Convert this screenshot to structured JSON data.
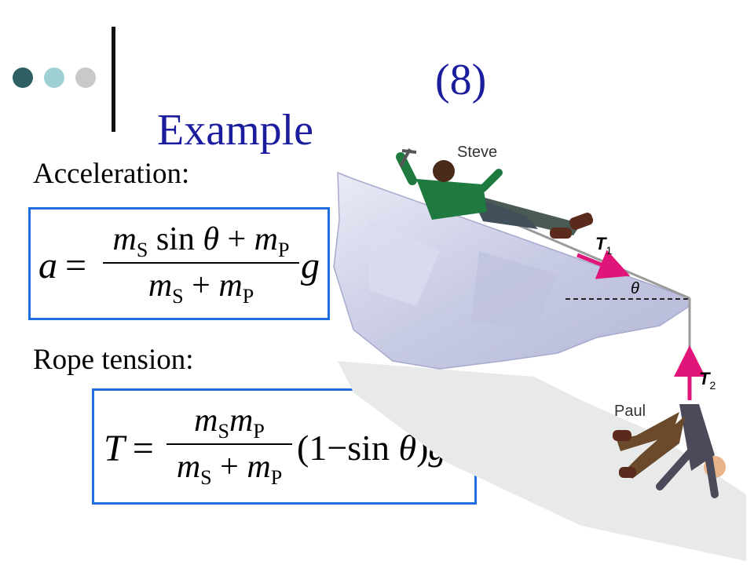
{
  "slide": {
    "title": "Example",
    "number": "(8)",
    "accent_colors": [
      "#2f5f63",
      "#9fd0d3",
      "#c9c9c9"
    ],
    "title_color": "#1c1c9e",
    "box_color": "#1e6fe0"
  },
  "acceleration": {
    "label": "Acceleration:",
    "lhs": "a",
    "num": {
      "m1": "m",
      "s1": "S",
      "sin": "sin",
      "th": "θ",
      "plus": "+",
      "m2": "m",
      "s2": "P"
    },
    "den": {
      "m1": "m",
      "s1": "S",
      "plus": "+",
      "m2": "m",
      "s2": "P"
    },
    "g": "g"
  },
  "tension": {
    "label": "Rope tension:",
    "lhs": "T",
    "num": {
      "m1": "m",
      "s1": "S",
      "m2": "m",
      "s2": "P"
    },
    "den": {
      "m1": "m",
      "s1": "S",
      "plus": "+",
      "m2": "m",
      "s2": "P"
    },
    "factor": {
      "open": "(1",
      "minus": "−",
      "sin": "sin",
      "th": "θ",
      "close": ")",
      "g": "g"
    }
  },
  "figure": {
    "steve": "Steve",
    "paul": "Paul",
    "t1": "T",
    "t1_sub": "1",
    "t2": "T",
    "t2_sub": "2",
    "theta": "θ",
    "arrow_color": "#e0157a"
  }
}
